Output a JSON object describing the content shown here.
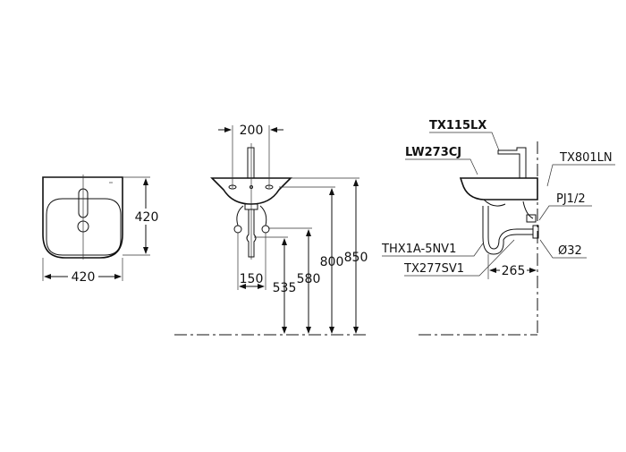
{
  "top_view": {
    "width_label": "420",
    "depth_label": "420"
  },
  "front_view": {
    "tap_spacing": "200",
    "supply_spacing": "150",
    "heights": [
      "535",
      "580",
      "800",
      "850"
    ]
  },
  "side_view": {
    "faucet": "TX115LX",
    "basin": "LW273CJ",
    "stop_valve": "TX801LN",
    "connection": "PJ1/2",
    "drain_diameter": "Ø32",
    "waste": "THX1A-5NV1",
    "trap": "TX277SV1",
    "wall_distance": "265"
  }
}
